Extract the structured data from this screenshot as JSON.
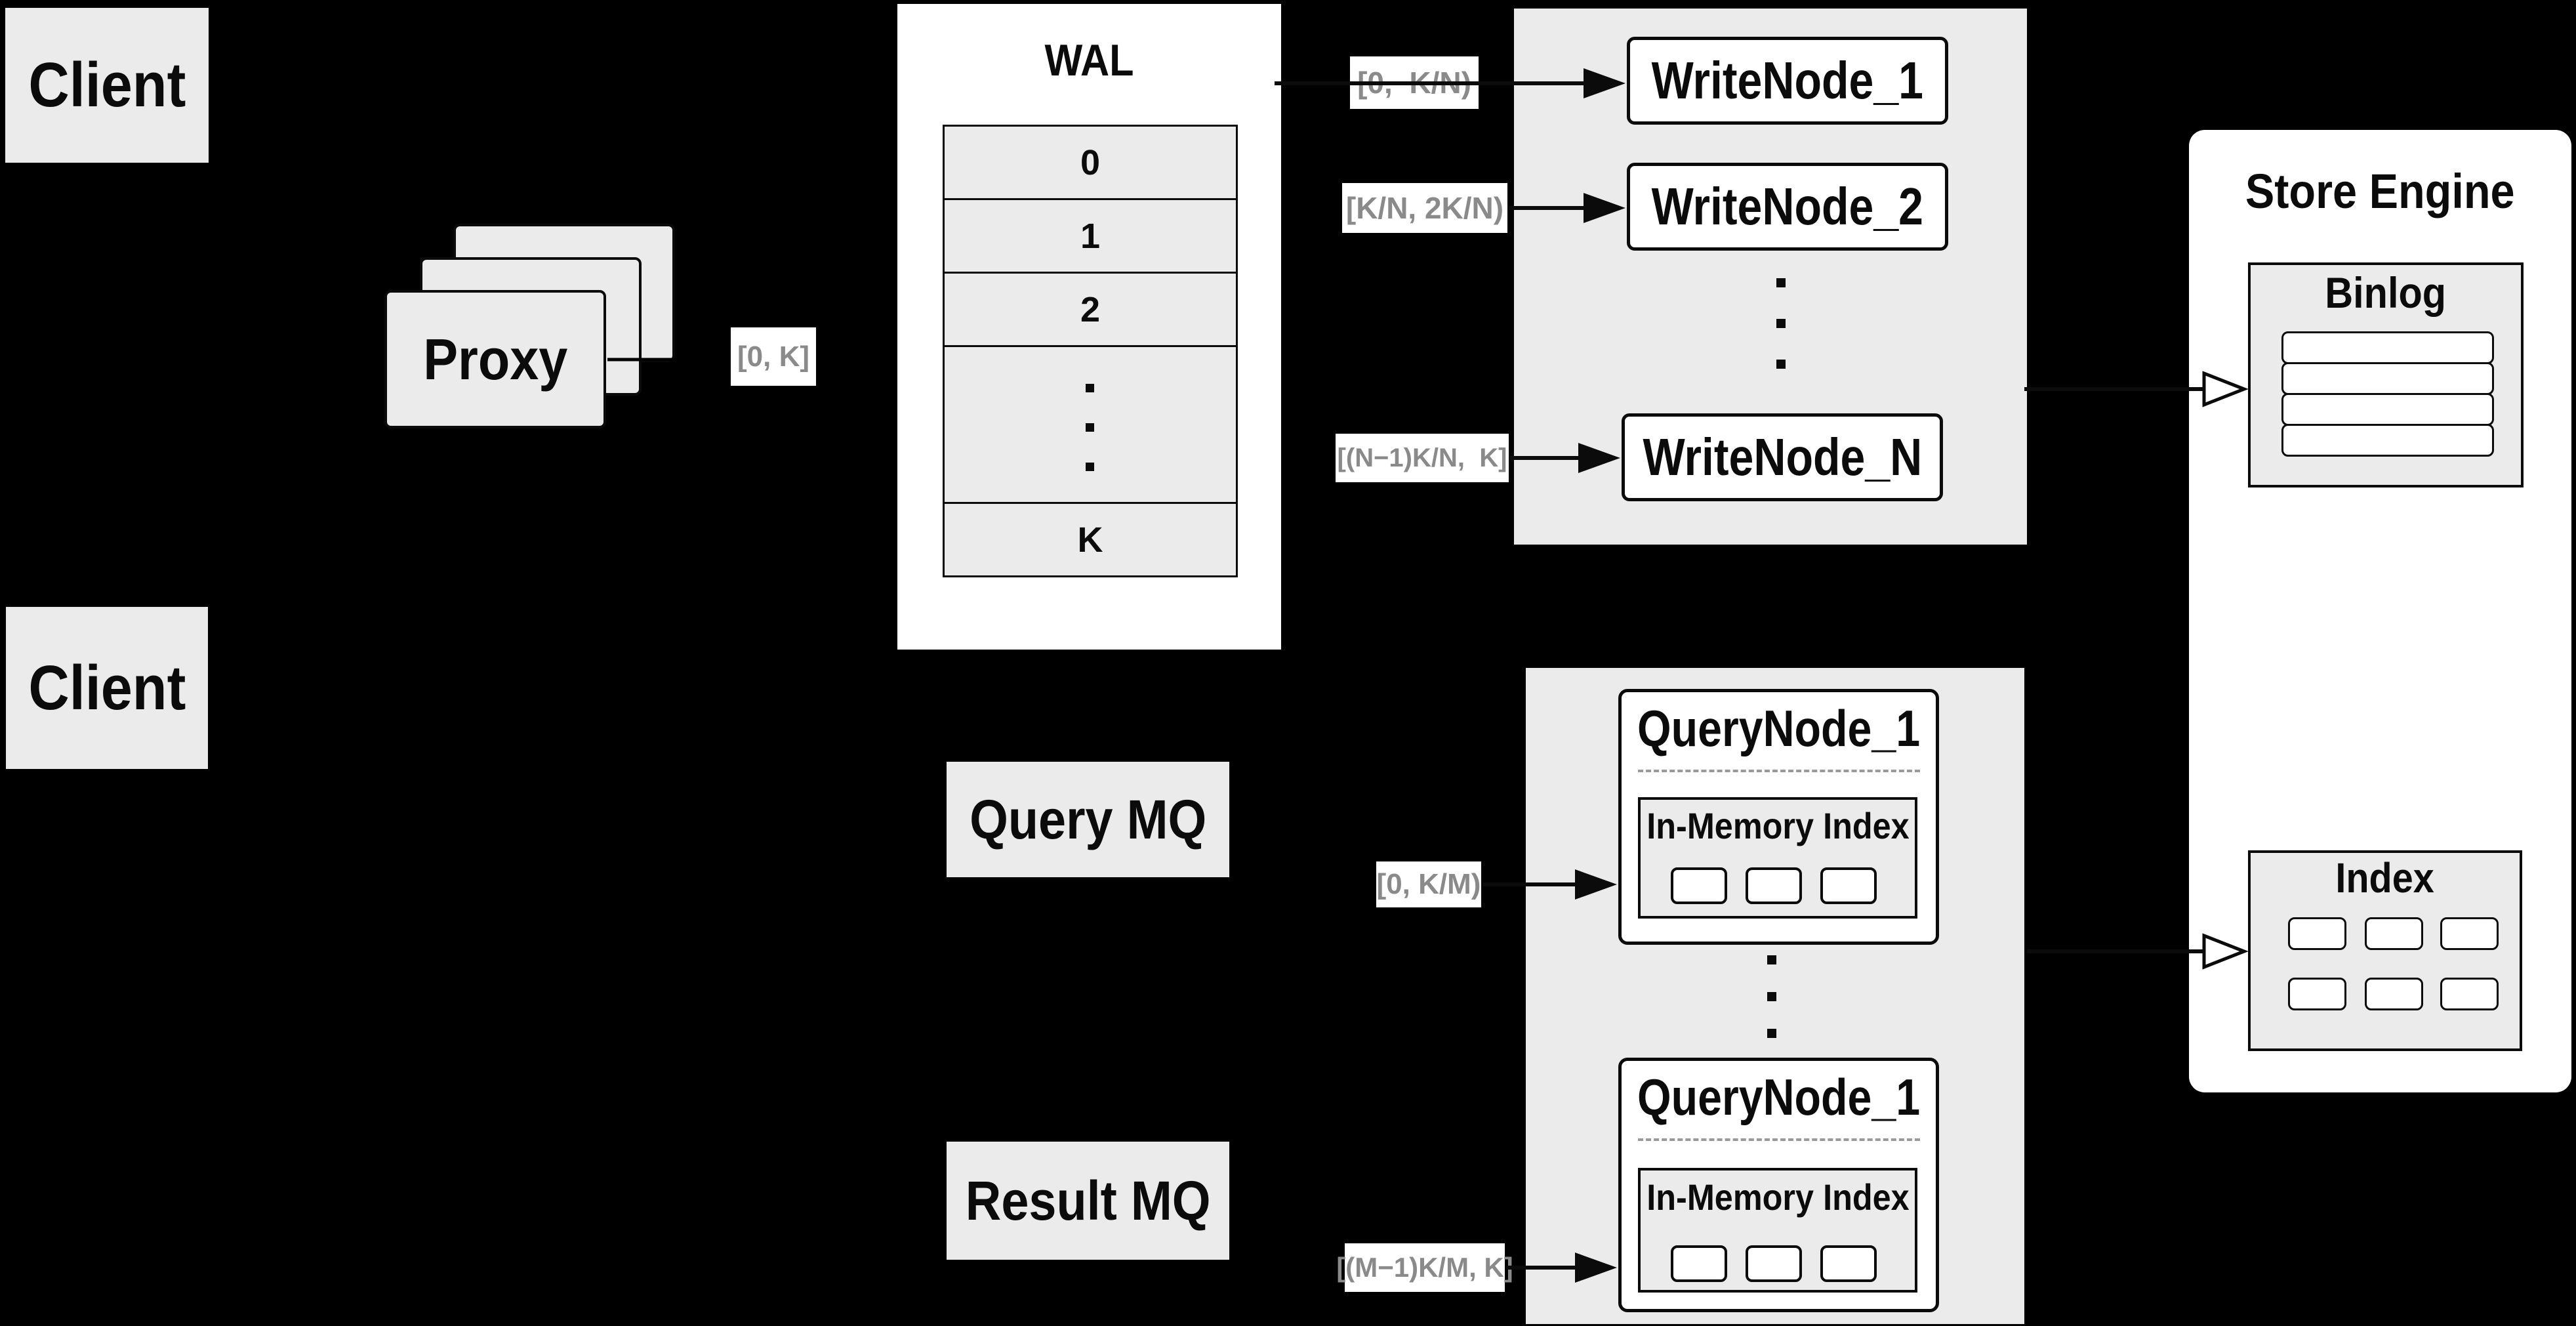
{
  "clients": {
    "top": "Client",
    "bottom": "Client"
  },
  "proxy": {
    "label": "Proxy"
  },
  "ranges": {
    "proxy_out": "[0, K]",
    "wn1": "[0,  K/N)",
    "wn2": "[K/N, 2K/N)",
    "wnN": "[(N−1)K/N,  K]",
    "qn1": "[0, K/M)",
    "qn2": "[(M−1)K/M, K]"
  },
  "wal": {
    "title": "WAL",
    "rows": [
      "0",
      "1",
      "2"
    ],
    "last_row": "K"
  },
  "write_nodes": {
    "n1": "WriteNode_1",
    "n2": "WriteNode_2",
    "nN": "WriteNode_N"
  },
  "mq": {
    "query": "Query MQ",
    "result": "Result MQ"
  },
  "query_nodes": {
    "qn1_title": "QueryNode_1",
    "qn2_title": "QueryNode_1",
    "inmem_title": "In-Memory Index"
  },
  "store": {
    "title": "Store Engine",
    "binlog": "Binlog",
    "index": "Index"
  },
  "colors": {
    "background": "#000000",
    "box_gray": "#ebebeb",
    "box_white": "#ffffff",
    "line_black": "#0b0b0b",
    "range_text_gray": "#8a8a8a"
  }
}
